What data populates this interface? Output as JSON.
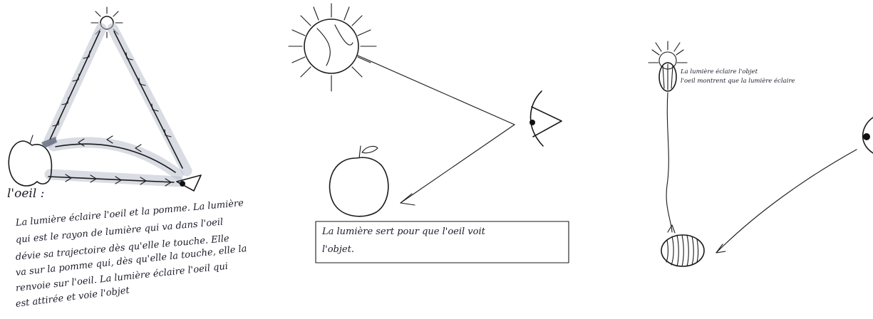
{
  "drawing1": {
    "label": "l'oeil :",
    "lines": [
      "La lumière éclaire l'oeil et la pomme. La lumière",
      "qui est le rayon de lumière qui va dans l'oeil",
      "dévie sa trajectoire dès qu'elle le touche. Elle",
      "va sur la pomme qui, dès qu'elle la touche, elle la",
      "renvoie sur l'oeil. La lumière éclaire l'oeil qui",
      "est attirée et voie l'objet"
    ]
  },
  "drawing2": {
    "lines": [
      "La lumière sert pour que l'oeil voit",
      "l'objet."
    ]
  },
  "drawing3": {
    "lines": [
      "La lumière éclaire l'objet",
      "l'oeil montrent que la lumière éclaire"
    ]
  }
}
